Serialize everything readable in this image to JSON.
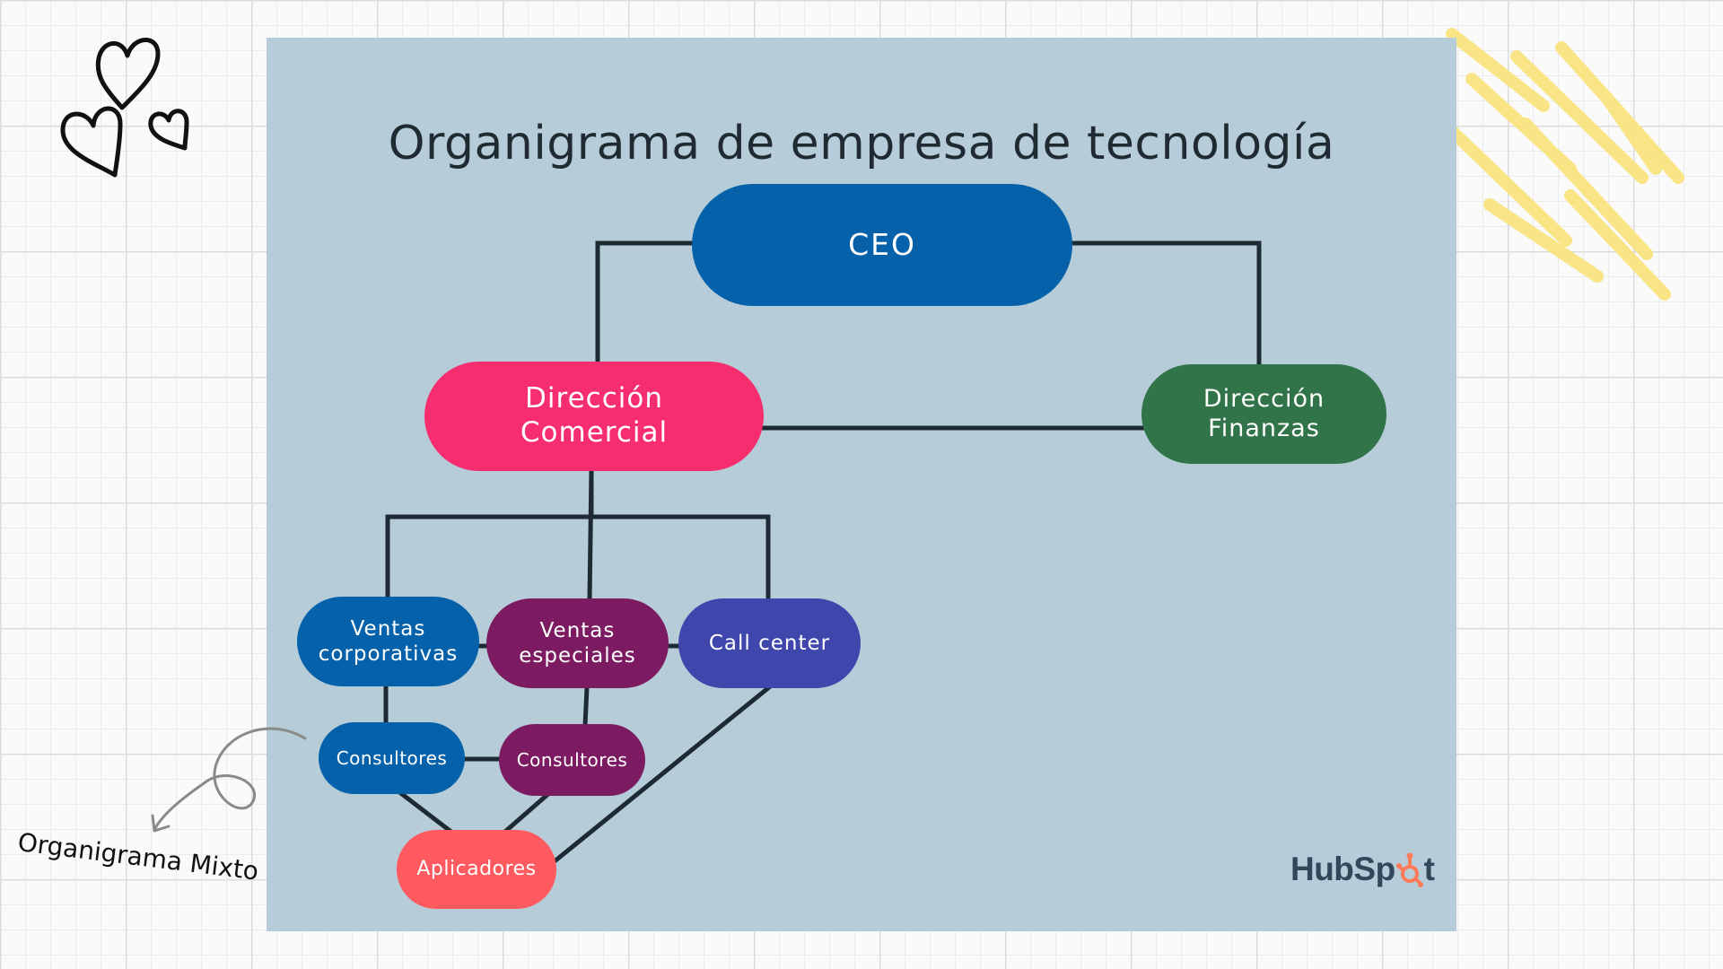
{
  "title": "Organigrama de empresa de tecnología",
  "caption": "Organigrama Mixto",
  "logo": {
    "text": "HubSp",
    "tail": "t",
    "brand_color": "#ff7a59",
    "text_color": "#33475b"
  },
  "panel_color": "#b6cdd9",
  "nodes": {
    "ceo": {
      "label": "CEO",
      "color": "#0461aa"
    },
    "comercial": {
      "label": "Dirección\nComercial",
      "color": "#f62d6e"
    },
    "finanzas": {
      "label": "Dirección\nFinanzas",
      "color": "#317449"
    },
    "ventas_corporativas": {
      "label": "Ventas\ncorporativas",
      "color": "#0461aa"
    },
    "ventas_especiales": {
      "label": "Ventas\nespeciales",
      "color": "#7c1b62"
    },
    "call_center": {
      "label": "Call center",
      "color": "#3f46ac"
    },
    "consultores_1": {
      "label": "Consultores",
      "color": "#0461aa"
    },
    "consultores_2": {
      "label": "Consultores",
      "color": "#7c1b62"
    },
    "aplicadores": {
      "label": "Aplicadores",
      "color": "#ff5a5f"
    }
  },
  "decorations": {
    "hearts-icon": "three outlined hearts",
    "scribble-icon": "yellow highlighter scribble",
    "curved-arrow-icon": "hand-drawn curved arrow",
    "scribble_color": "#f9e47f"
  }
}
